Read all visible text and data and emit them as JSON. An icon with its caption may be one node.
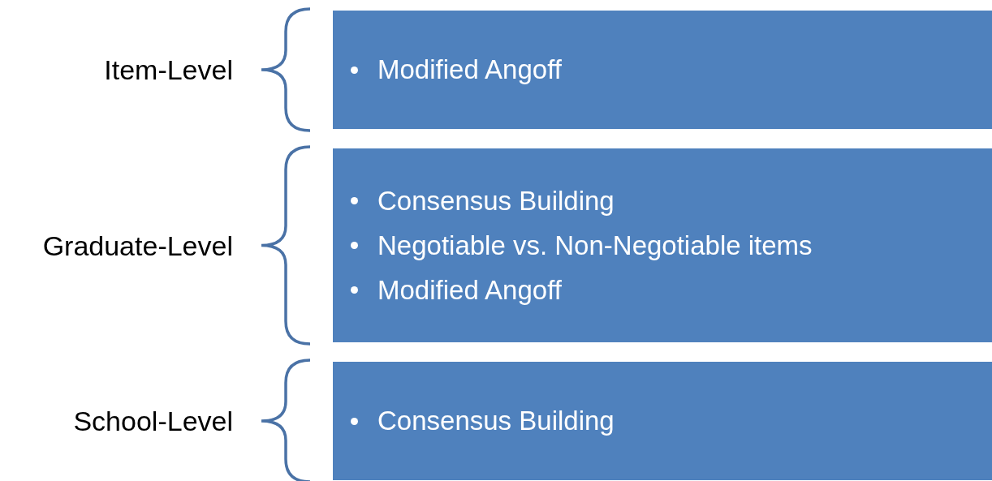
{
  "diagram": {
    "nodes": [
      {
        "text": [
          "Modified Angoff"
        ],
        "beside": [
          "Item-Level"
        ]
      },
      {
        "text": [
          "Consensus Building",
          "Negotiable vs. Non-Negotiable items",
          "Modified Angoff"
        ],
        "beside": [
          "Graduate-Level"
        ]
      },
      {
        "text": [
          "Consensus Building"
        ],
        "beside": [
          "School-Level"
        ]
      }
    ]
  }
}
